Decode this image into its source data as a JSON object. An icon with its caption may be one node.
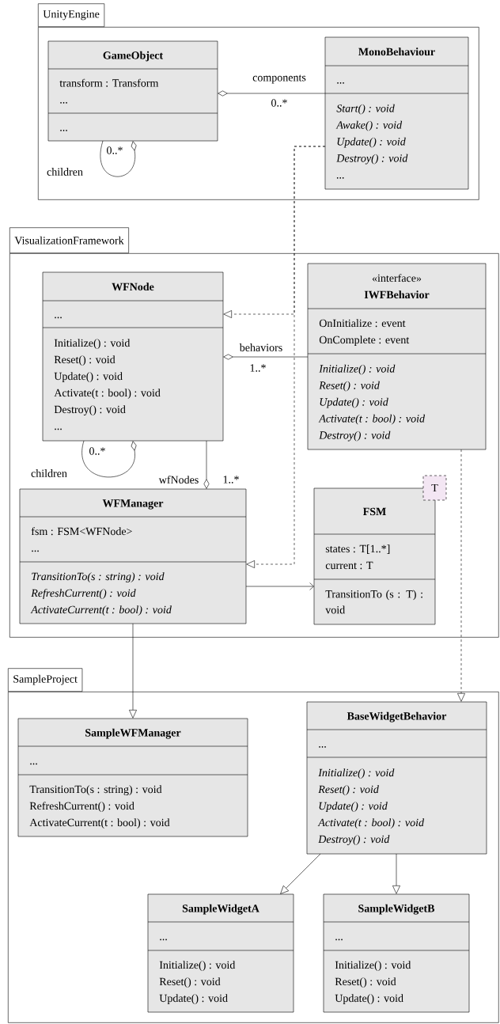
{
  "diagram": {
    "nodes": [
      {
        "text": [
          "UnityEngine"
        ]
      },
      {
        "text": [
          "GameObject",
          "transform : Transform",
          "...",
          "..."
        ],
        "in": 0
      },
      {
        "text": [
          "MonoBehaviour",
          "...",
          "Start() : void",
          "Awake() : void",
          "Update() : void",
          "Destroy() : void",
          "..."
        ],
        "in": 0
      },
      {
        "text": [
          "VisualizationFramework"
        ]
      },
      {
        "text": [
          "WFNode",
          "...",
          "Initialize() : void",
          "Reset() : void",
          "Update() : void",
          "Activate(t : bool) : void",
          "Destroy() : void",
          "..."
        ],
        "in": 3
      },
      {
        "text": [
          "«interface»",
          "IWFBehavior",
          "OnInitialize : event",
          "OnComplete : event",
          "Initialize() : void",
          "Reset() : void",
          "Update() : void",
          "Activate(t : bool) : void",
          "Destroy() : void"
        ],
        "in": 3
      },
      {
        "text": [
          "WFManager",
          "fsm : FSM<WFNode>",
          "...",
          "TransitionTo(s : string) : void",
          "RefreshCurrent() : void",
          "ActivateCurrent(t : bool) : void"
        ],
        "in": 3
      },
      {
        "text": [
          "FSM",
          "states : T[1..*]",
          "current : T",
          "TransitionTo (s : T) : void"
        ],
        "in": 3
      },
      {
        "text": [
          "T"
        ],
        "in": 3
      },
      {
        "text": [
          "SampleProject"
        ]
      },
      {
        "text": [
          "SampleWFManager",
          "...",
          "TransitionTo(s : string) : void",
          "RefreshCurrent() : void",
          "ActivateCurrent(t : bool) : void"
        ],
        "in": 9
      },
      {
        "text": [
          "BaseWidgetBehavior",
          "...",
          "Initialize() : void",
          "Reset() : void",
          "Update() : void",
          "Activate(t : bool) : void",
          "Destroy() : void"
        ],
        "in": 9
      },
      {
        "text": [
          "SampleWidgetA",
          "...",
          "Initialize() : void",
          "Reset() : void",
          "Update() : void"
        ],
        "in": 9
      },
      {
        "text": [
          "SampleWidgetB",
          "...",
          "Initialize() : void",
          "Reset() : void",
          "Update() : void"
        ],
        "in": 9
      }
    ],
    "edges": [
      {
        "from": 1,
        "to": 2,
        "arrow": "other",
        "label": "components"
      },
      {
        "from": 1,
        "to": 1,
        "arrow": "other",
        "label": "children"
      },
      {
        "from": 2,
        "to": 4,
        "arrow": "to",
        "style": "dashed"
      },
      {
        "from": 2,
        "to": 6,
        "arrow": "to",
        "style": "dashed"
      },
      {
        "from": 4,
        "to": 5,
        "arrow": "other",
        "label": "behaviors"
      },
      {
        "from": 4,
        "to": 4,
        "arrow": "other",
        "label": "children"
      },
      {
        "from": 6,
        "to": 4,
        "arrow": "other",
        "label": "wfNodes"
      },
      {
        "from": 6,
        "to": 7,
        "arrow": "to"
      },
      {
        "from": 6,
        "to": 10,
        "arrow": "to"
      },
      {
        "from": 5,
        "to": 11,
        "arrow": "to",
        "style": "dashed"
      },
      {
        "from": 11,
        "to": 12,
        "arrow": "to"
      },
      {
        "from": 11,
        "to": 13,
        "arrow": "to"
      }
    ],
    "labels": [
      "0..*",
      "0..*",
      "1..*",
      "0..*",
      "1..*"
    ]
  }
}
